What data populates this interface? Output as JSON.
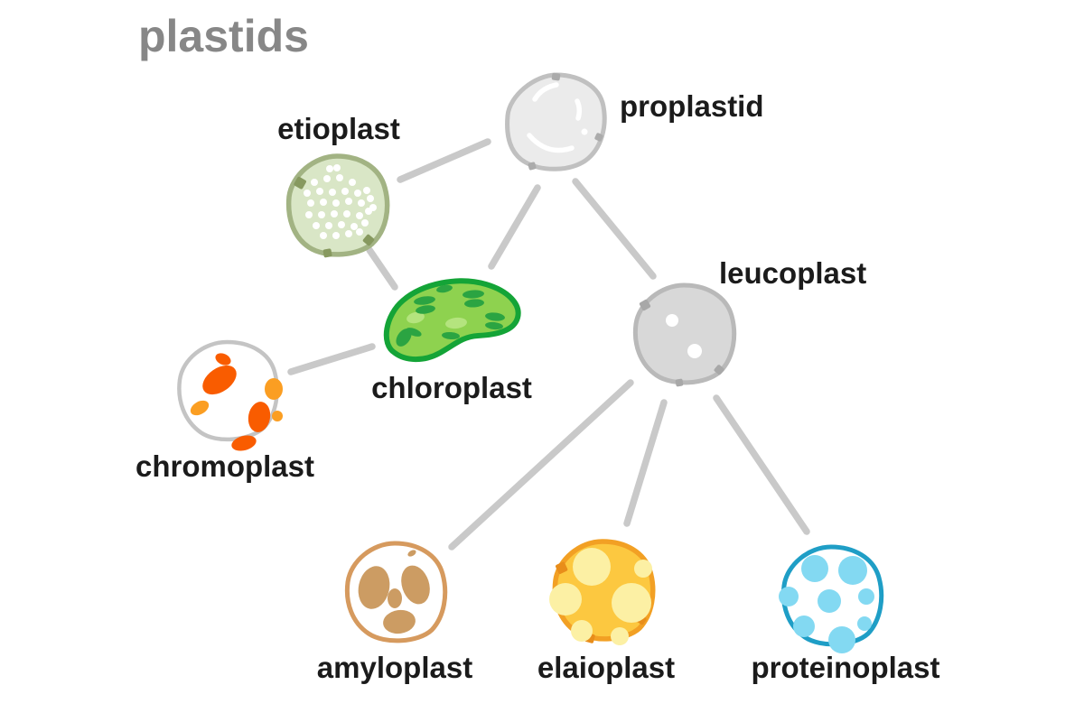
{
  "title": {
    "text": "plastids",
    "color": "#878787"
  },
  "label_color": "#1b1b1b",
  "edge_color": "#c9c9c9",
  "diagram": {
    "type": "tree",
    "root": "proplastid"
  },
  "nodes": {
    "proplastid": {
      "label": "proplastid",
      "fill": "#ebebeb",
      "stroke": "#c0c0c0",
      "notch": "#ababab"
    },
    "etioplast": {
      "label": "etioplast",
      "fill": "#d9e6c6",
      "stroke": "#a2b383",
      "dot": "#ffffff",
      "notch": "#87995f"
    },
    "chloroplast": {
      "label": "chloroplast",
      "fill": "#8ed24f",
      "stroke": "#14a437",
      "spot": "#2ba442",
      "patch": "#b4e47e"
    },
    "chromoplast": {
      "label": "chromoplast",
      "fill": "#ffffff",
      "stroke": "#c4c4c4",
      "blob_red": "#f95c00",
      "blob_orange": "#fb9e22"
    },
    "leucoplast": {
      "label": "leucoplast",
      "fill": "#d8d8d8",
      "stroke": "#b9b9b9",
      "dot": "#ffffff",
      "notch": "#a8a8a8"
    },
    "amyloplast": {
      "label": "amyloplast",
      "fill": "#ffffff",
      "stroke": "#d69a5e",
      "blob": "#cc9c63"
    },
    "elaioplast": {
      "label": "elaioplast",
      "fill": "#fcc840",
      "stroke": "#f2a024",
      "droplet": "#fcf0a4",
      "notch": "#e88d1a"
    },
    "proteinoplast": {
      "label": "proteinoplast",
      "fill": "#ffffff",
      "stroke": "#1f9ec6",
      "body": "#83d9f2"
    }
  },
  "edges": [
    {
      "from": "proplastid",
      "to": "etioplast"
    },
    {
      "from": "proplastid",
      "to": "chloroplast"
    },
    {
      "from": "proplastid",
      "to": "leucoplast"
    },
    {
      "from": "etioplast",
      "to": "chloroplast"
    },
    {
      "from": "chloroplast",
      "to": "chromoplast"
    },
    {
      "from": "leucoplast",
      "to": "amyloplast"
    },
    {
      "from": "leucoplast",
      "to": "elaioplast"
    },
    {
      "from": "leucoplast",
      "to": "proteinoplast"
    }
  ]
}
